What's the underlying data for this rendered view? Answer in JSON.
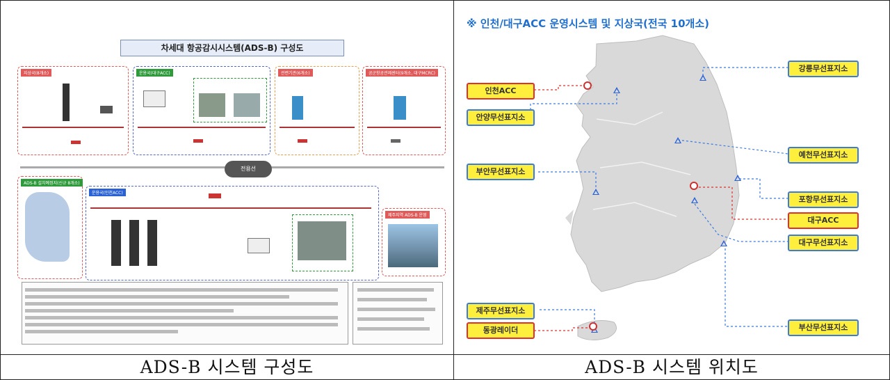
{
  "left_panel": {
    "caption": "ADS-B 시스템 구성도",
    "diagram_title": "차세대 항공감시시스템(ADS-B) 구성도",
    "center_node": "전용선",
    "boxes": [
      {
        "label": "지상국(8개소)"
      },
      {
        "label": "운용국(대구ACC)"
      },
      {
        "label": "관련기관(6개소)"
      },
      {
        "label": "공군항공관제센터(9개소, 대구MCRC)"
      },
      {
        "label": "ADS-B 설치예정지(신규 8개소)"
      },
      {
        "label": "운용국(인천ACC)"
      },
      {
        "label": "제주지역 ADS-B 운영"
      }
    ]
  },
  "right_panel": {
    "caption": "ADS-B 시스템 위치도",
    "map_title": "※ 인천/대구ACC 운영시스템 및 지상국(전국 10개소)",
    "labels": [
      {
        "text": "강릉무선표지소",
        "kind": "station"
      },
      {
        "text": "인천ACC",
        "kind": "acc"
      },
      {
        "text": "안양무선표지소",
        "kind": "station"
      },
      {
        "text": "예천무선표지소",
        "kind": "station"
      },
      {
        "text": "부안무선표지소",
        "kind": "station"
      },
      {
        "text": "포항무선표지소",
        "kind": "station"
      },
      {
        "text": "대구ACC",
        "kind": "acc"
      },
      {
        "text": "대구무선표지소",
        "kind": "station"
      },
      {
        "text": "제주무선표지소",
        "kind": "station"
      },
      {
        "text": "동광레이더",
        "kind": "acc"
      },
      {
        "text": "부산무선표지소",
        "kind": "station"
      }
    ]
  },
  "colors": {
    "station_border": "#3b7ae0",
    "acc_border": "#e03030",
    "label_fill": "#ffef3d",
    "map_fill": "#d9d9d9",
    "title_blue": "#1f6fd0"
  }
}
